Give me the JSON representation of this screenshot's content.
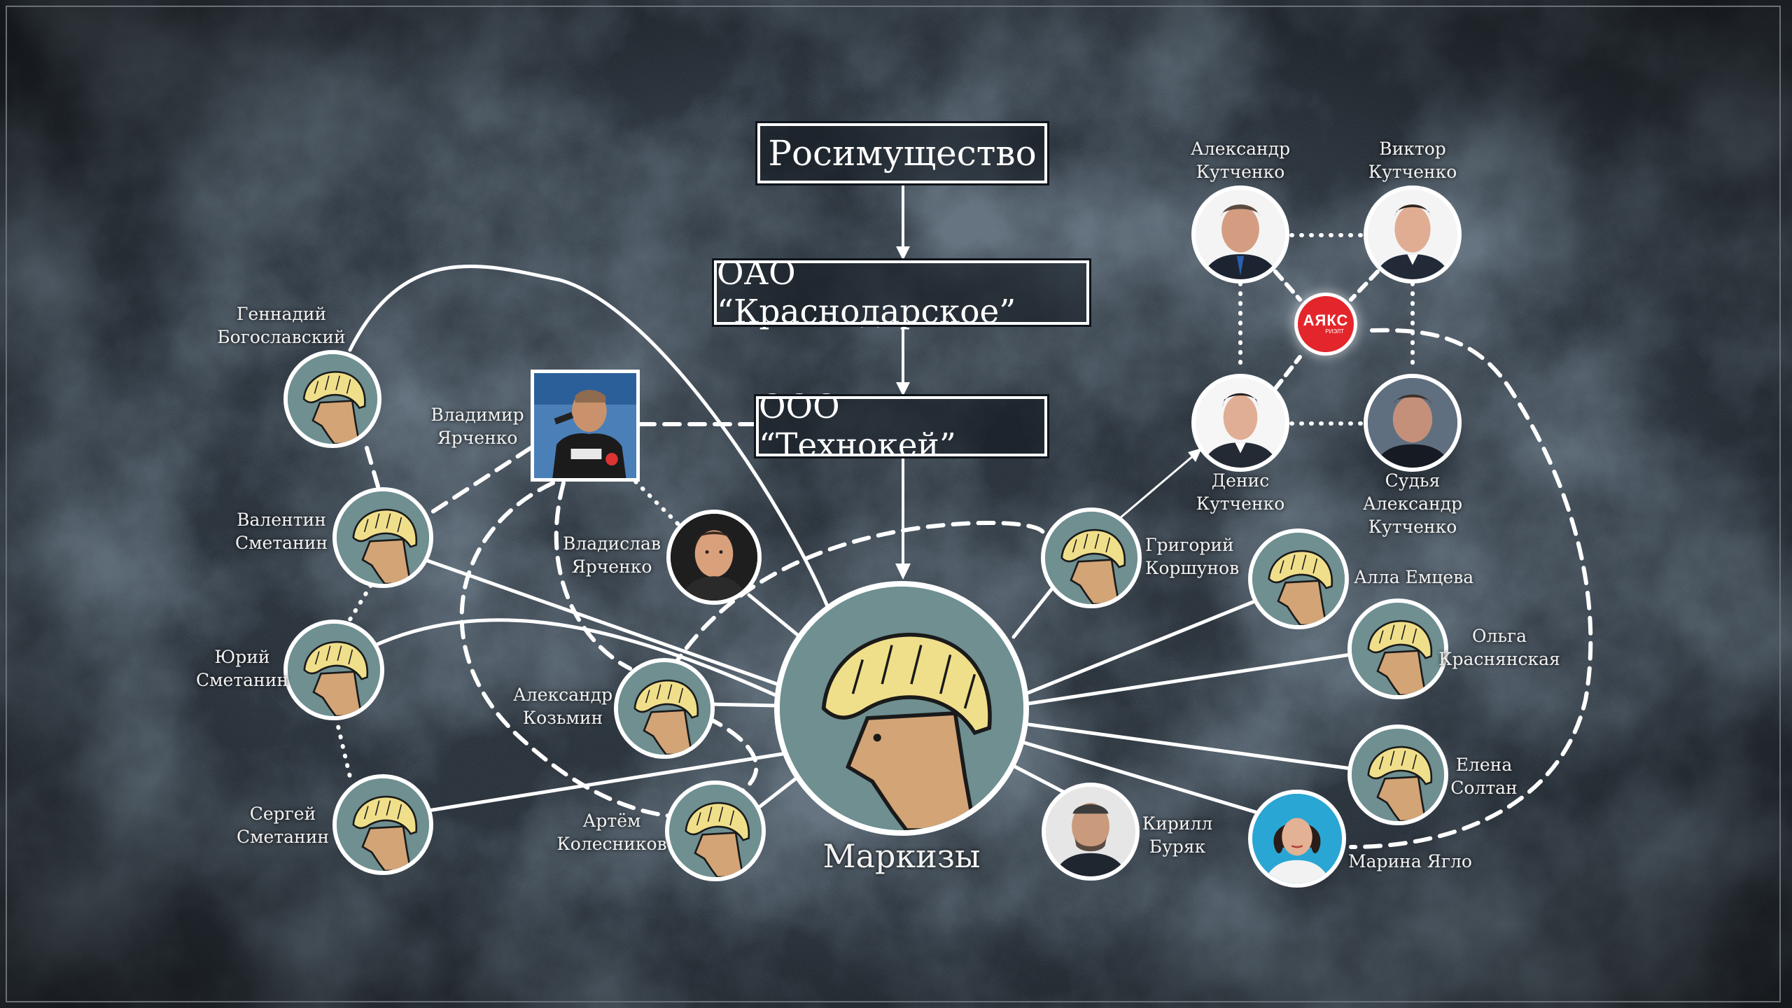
{
  "boxes": {
    "rosimushchestvo": "Росимущество",
    "krasnodarskoe": "ОАО “Краснодарское”",
    "tekhnokey": "ООО “Технокей”"
  },
  "central": {
    "name": "Маркизы"
  },
  "people": {
    "bogoslavsky": [
      "Геннадий",
      "Богославский"
    ],
    "valentin": [
      "Валентин",
      "Сметанин"
    ],
    "yuriy": [
      "Юрий",
      "Сметанин"
    ],
    "sergey": [
      "Сергей",
      "Сметанин"
    ],
    "vladimir": [
      "Владимир",
      "Ярченко"
    ],
    "vladislav": [
      "Владислав",
      "Ярченко"
    ],
    "kozmin": [
      "Александр",
      "Козьмин"
    ],
    "kolesnikov": [
      "Артём",
      "Колесников"
    ],
    "korshunov": [
      "Григорий",
      "Коршунов"
    ],
    "emtseva": [
      "Алла Емцева"
    ],
    "krasnyanskaya": [
      "Ольга",
      "Краснянская"
    ],
    "soltan": [
      "Елена",
      "Солтан"
    ],
    "yaglo": [
      "Марина Ягло"
    ],
    "buryak": [
      "Кирилл",
      "Буряк"
    ],
    "a_kutchenko": [
      "Александр",
      "Кутченко"
    ],
    "v_kutchenko": [
      "Виктор",
      "Кутченко"
    ],
    "d_kutchenko": [
      "Денис",
      "Кутченко"
    ],
    "judge": [
      "Судья",
      "Александр",
      "Кутченко"
    ]
  },
  "logo": {
    "main": "АЯКС",
    "sub": "РИЭЛТ"
  },
  "colors": {
    "background": "#1b232c",
    "line": "#ffffff",
    "logo": "#e3262c",
    "avatar_hair": "#f0df8a",
    "avatar_skin": "#d3a476",
    "avatar_bg": "#6f8f91"
  }
}
